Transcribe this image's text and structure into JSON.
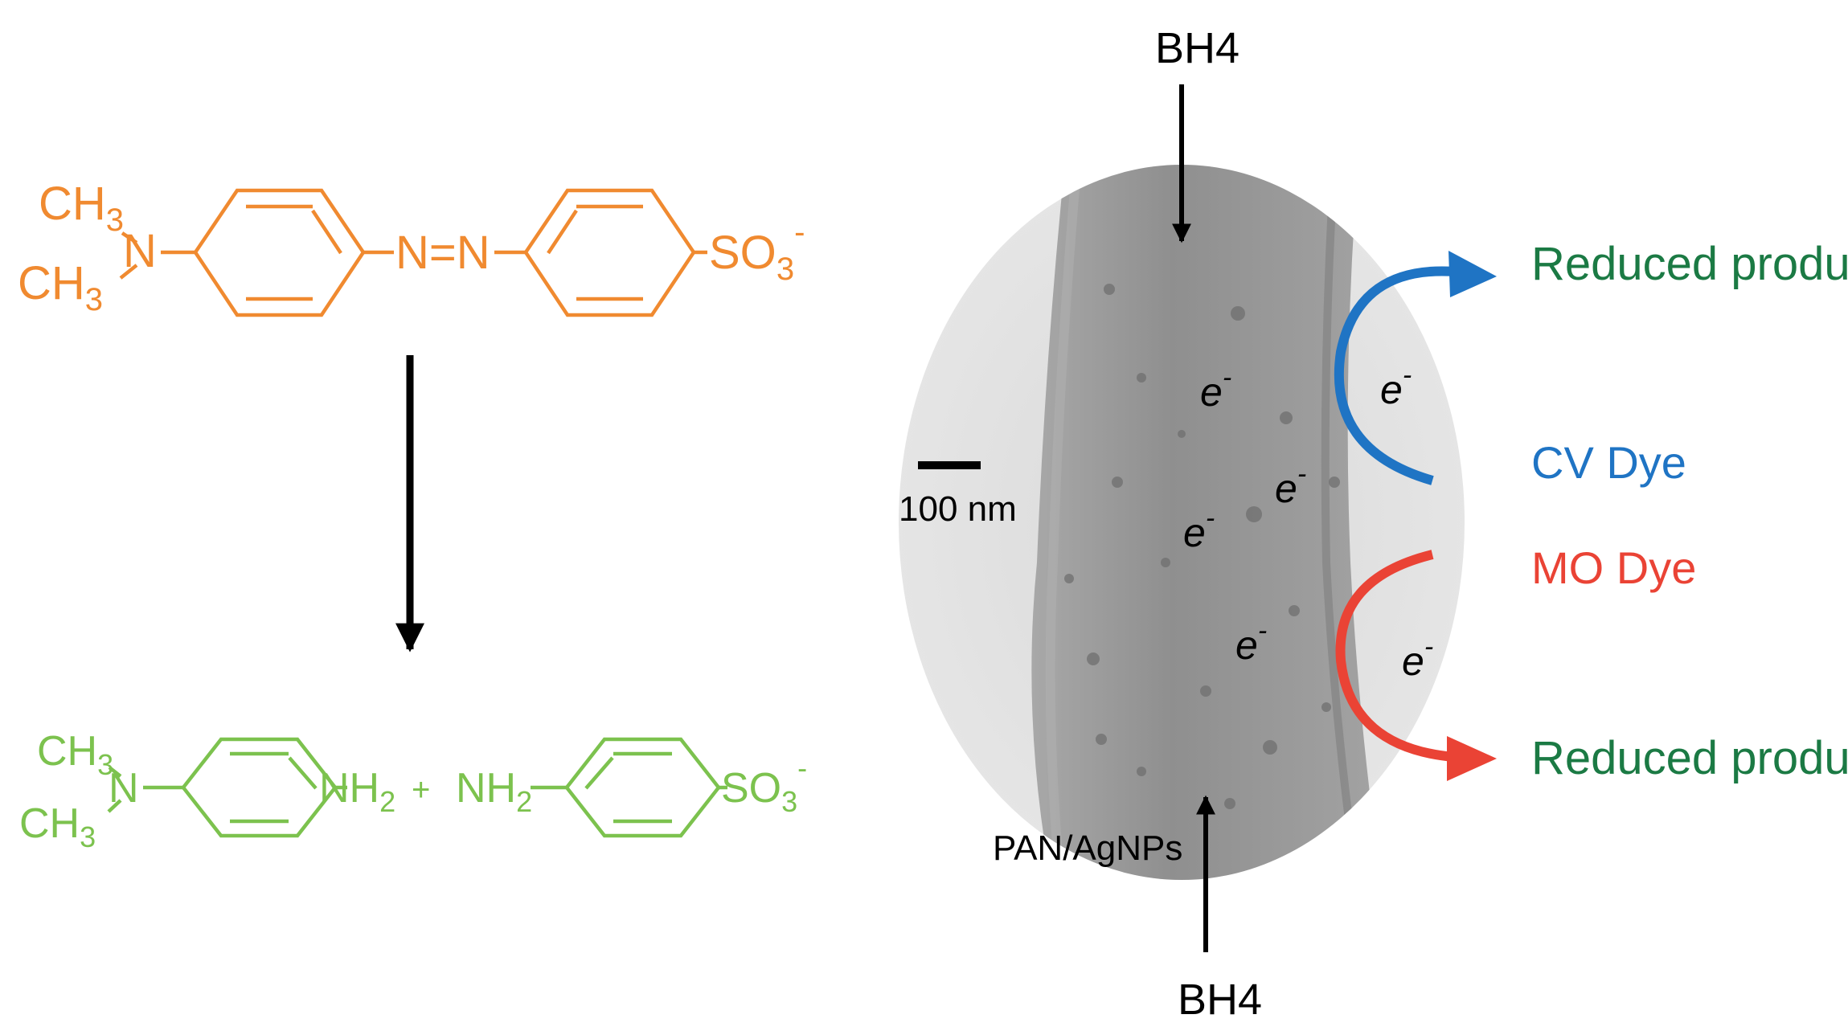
{
  "colors": {
    "mo": "#f08a30",
    "products": "#7cc24e",
    "green_text": "#1b7a44",
    "blue": "#1f74c4",
    "red": "#ea4335",
    "black": "#000000"
  },
  "methyl_orange": {
    "methyl_top": "CH",
    "methyl_top_sub": "3",
    "methyl_bottom": "CH",
    "methyl_bottom_sub": "3",
    "amine_n": "N",
    "azo": "N=N",
    "sulfonate": "SO",
    "sulfonate_sub": "3",
    "sulfonate_charge": "-"
  },
  "products": {
    "methyl_top": "CH",
    "methyl_top_sub": "3",
    "methyl_bottom": "CH",
    "methyl_bottom_sub": "3",
    "amine_n": "N",
    "amine1": "NH",
    "amine1_sub": "2",
    "plus": "+",
    "amine2": "NH",
    "amine2_sub": "2",
    "sulfonate": "SO",
    "sulfonate_sub": "3",
    "sulfonate_charge": "-"
  },
  "mechanism": {
    "bh4_top": "BH4",
    "bh4_bottom": "BH4",
    "scale_bar": "100 nm",
    "fiber_label": "PAN/AgNPs",
    "electron": "e",
    "electron_charge": "-",
    "reduced_top": "Reduced products",
    "reduced_bottom": "Reduced products",
    "cv_dye": "CV Dye",
    "mo_dye": "MO Dye"
  }
}
